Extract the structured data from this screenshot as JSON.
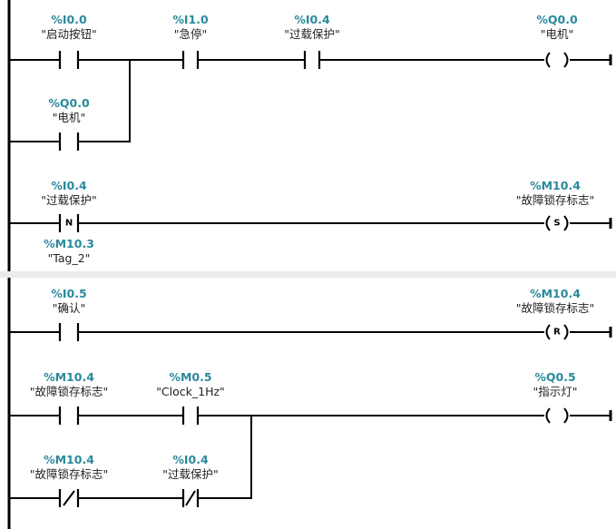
{
  "network1": {
    "i00": {
      "address": "%I0.0",
      "tag": "\"启动按钮\""
    },
    "i10": {
      "address": "%I1.0",
      "tag": "\"急停\""
    },
    "i04": {
      "address": "%I0.4",
      "tag": "\"过载保护\""
    },
    "q00_coil": {
      "address": "%Q0.0",
      "tag": "\"电机\""
    },
    "q00_contact": {
      "address": "%Q0.0",
      "tag": "\"电机\""
    },
    "n_contact": {
      "address": "%I0.4",
      "tag": "\"过载保护\"",
      "letter": "N"
    },
    "n_helper": {
      "address": "%M10.3",
      "tag": "\"Tag_2\""
    },
    "s_coil": {
      "address": "%M10.4",
      "tag": "\"故障锁存标志\"",
      "letter": "S"
    }
  },
  "network2": {
    "i05": {
      "address": "%I0.5",
      "tag": "\"确认\""
    },
    "r_coil": {
      "address": "%M10.4",
      "tag": "\"故障锁存标志\"",
      "letter": "R"
    },
    "m104_no": {
      "address": "%M10.4",
      "tag": "\"故障锁存标志\""
    },
    "m05": {
      "address": "%M0.5",
      "tag": "\"Clock_1Hz\""
    },
    "q05_coil": {
      "address": "%Q0.5",
      "tag": "\"指示灯\""
    },
    "m104_nc": {
      "address": "%M10.4",
      "tag": "\"故障锁存标志\""
    },
    "i04_nc": {
      "address": "%I0.4",
      "tag": "\"过载保护\""
    }
  },
  "colors": {
    "address": "#2a8a9c",
    "wire": "#000000",
    "separator": "#ebebeb"
  }
}
